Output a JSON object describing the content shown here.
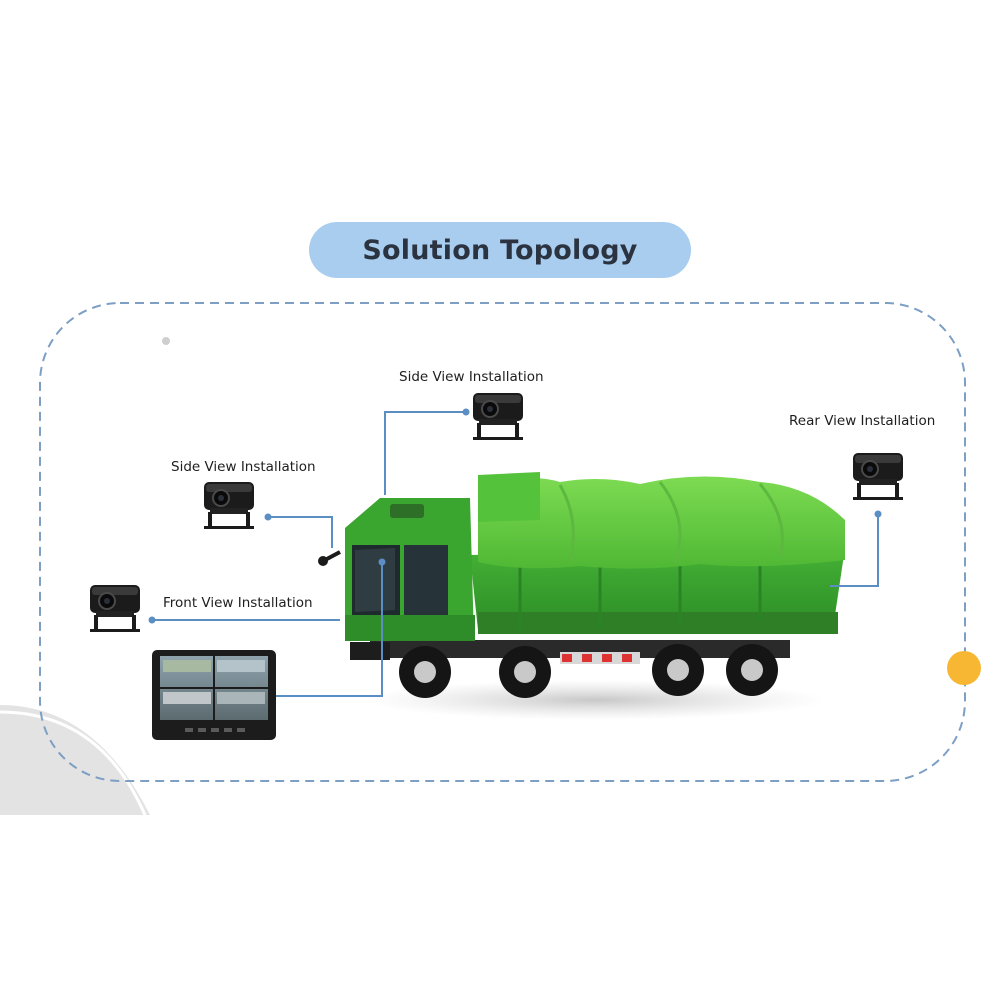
{
  "header": {
    "title": "Solution Topology"
  },
  "labels": {
    "side_view_top": "Side View Installation",
    "side_view_left": "Side View Installation",
    "front_view": "Front View Installation",
    "rear_view": "Rear View Installation"
  },
  "colors": {
    "title_pill": "#a9cdef",
    "dashed_border": "#7d9fc4",
    "connector": "#5b8fc3",
    "truck_green": "#3aa52f",
    "tarp_green": "#6ed04a",
    "accent_dot": "#f7b733"
  },
  "icons": [
    "camera-icon",
    "monitor-icon",
    "dump-truck-illustration"
  ]
}
